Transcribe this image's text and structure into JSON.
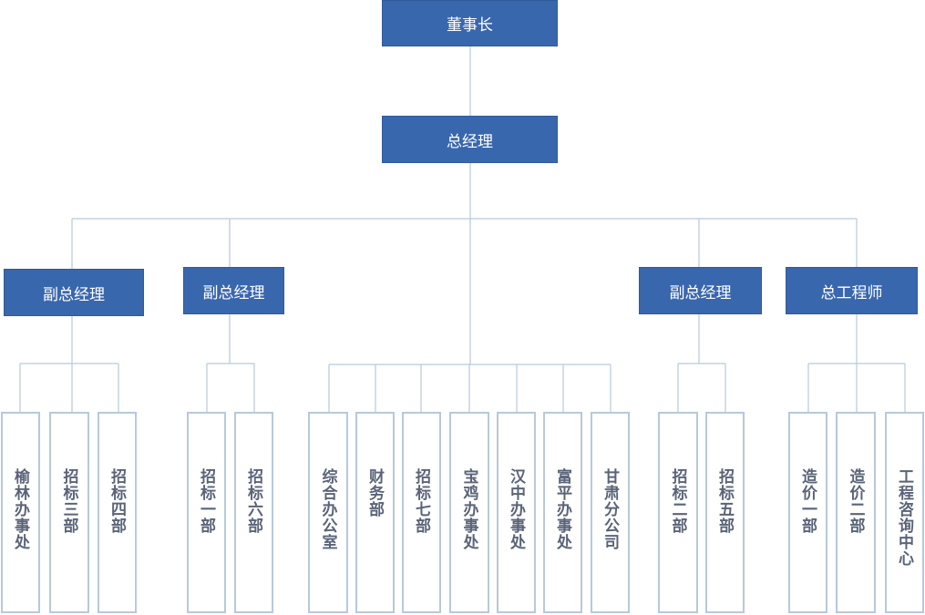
{
  "chairman": "董事长",
  "general_manager": "总经理",
  "executives": [
    {
      "label": "副总经理"
    },
    {
      "label": "副总经理"
    },
    {
      "label": "副总经理"
    },
    {
      "label": "总工程师"
    }
  ],
  "departments": [
    "榆林办事处",
    "招标三部",
    "招标四部",
    "招标一部",
    "招标六部",
    "综合办公室",
    "财务部",
    "招标七部",
    "宝鸡办事处",
    "汉中办事处",
    "富平办事处",
    "甘肃分公司",
    "招标二部",
    "招标五部",
    "造价一部",
    "造价二部",
    "工程咨询中心"
  ],
  "colors": {
    "node_fill": "#3967AE",
    "connector": "#B7C9DB",
    "dept_text": "#5A6478"
  }
}
